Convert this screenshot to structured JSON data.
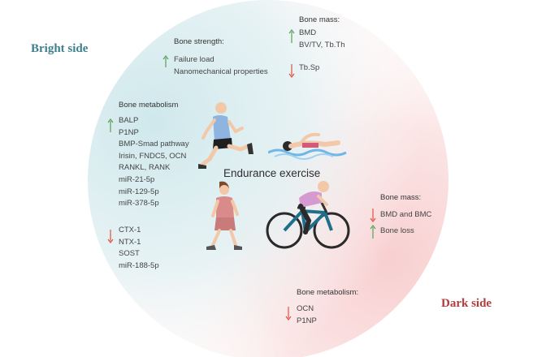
{
  "title": "Endurance exercise",
  "bright_side": {
    "label": "Bright side",
    "color": "#3d7f8e"
  },
  "dark_side": {
    "label": "Dark side",
    "color": "#b23b3b"
  },
  "arrow_colors": {
    "up": "#5aa05a",
    "down": "#e05040"
  },
  "bone_strength": {
    "title": "Bone strength:",
    "up_items": [
      "Failure load",
      "Nanomechanical properties"
    ]
  },
  "bone_mass_bright": {
    "title": "Bone mass:",
    "up_items": [
      "BMD",
      "BV/TV, Tb.Th"
    ],
    "down_items": [
      "Tb.Sp"
    ]
  },
  "bone_metabolism_bright": {
    "title": "Bone metabolism",
    "up_items": [
      "BALP",
      "P1NP",
      "BMP-Smad pathway",
      "Irisin, FNDC5, OCN",
      "RANKL, RANK",
      "miR-21-5p",
      "miR-129-5p",
      "miR-378-5p"
    ],
    "down_items": [
      "CTX-1",
      "NTX-1",
      "SOST",
      "miR-188-5p"
    ]
  },
  "bone_mass_dark": {
    "title": "Bone mass:",
    "down_items": [
      "BMD and BMC"
    ],
    "up_items": [
      "Bone loss"
    ]
  },
  "bone_metabolism_dark": {
    "title": "Bone metabolism:",
    "down_items": [
      "OCN",
      "P1NP"
    ]
  }
}
